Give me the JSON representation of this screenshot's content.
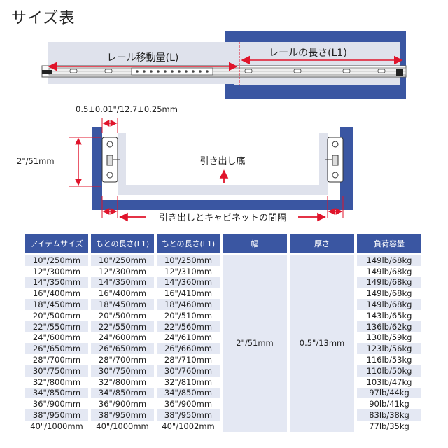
{
  "title": "サイズ表",
  "top_diagram": {
    "travel_label": "レール移動量(L)",
    "length_label": "レールの長さ(L1)"
  },
  "cross_section": {
    "tolerance_label": "0.5±0.01\"/12.7±0.25mm",
    "width_label": "2\"/51mm",
    "drawer_bottom_label": "引き出し底",
    "gap_label": "引き出しとキャビネットの間隔"
  },
  "colors": {
    "cabinet_blue": "#3a56a2",
    "annotation_red": "#e0142b",
    "drawer_gray": "#dfe2ec",
    "table_header": "#3a56a2",
    "row_shade": "#e4e8f3"
  },
  "table": {
    "headers": [
      "アイテムサイズ",
      "もとの長さ(L1)",
      "もとの長さ(L1)",
      "幅",
      "厚さ",
      "負荷容量"
    ],
    "width_value": "2\"/51mm",
    "thickness_value": "0.5\"/13mm",
    "rows": [
      {
        "item": "10\"/250mm",
        "len1": "10\"/250mm",
        "len2": "10\"/250mm",
        "load": "149lb/68kg"
      },
      {
        "item": "12\"/300mm",
        "len1": "12\"/300mm",
        "len2": "12\"/310mm",
        "load": "149lb/68kg"
      },
      {
        "item": "14\"/350mm",
        "len1": "14\"/350mm",
        "len2": "14\"/360mm",
        "load": "149lb/68kg"
      },
      {
        "item": "16\"/400mm",
        "len1": "16\"/400mm",
        "len2": "16\"/410mm",
        "load": "149lb/68kg"
      },
      {
        "item": "18\"/450mm",
        "len1": "18\"/450mm",
        "len2": "18\"/460mm",
        "load": "149lb/68kg"
      },
      {
        "item": "20\"/500mm",
        "len1": "20\"/500mm",
        "len2": "20\"/510mm",
        "load": "143lb/65kg"
      },
      {
        "item": "22\"/550mm",
        "len1": "22\"/550mm",
        "len2": "22\"/560mm",
        "load": "136lb/62kg"
      },
      {
        "item": "24\"/600mm",
        "len1": "24\"/600mm",
        "len2": "24\"/610mm",
        "load": "130lb/59kg"
      },
      {
        "item": "26\"/650mm",
        "len1": "26\"/650mm",
        "len2": "26\"/660mm",
        "load": "123lb/56kg"
      },
      {
        "item": "28\"/700mm",
        "len1": "28\"/700mm",
        "len2": "28\"/710mm",
        "load": "116lb/53kg"
      },
      {
        "item": "30\"/750mm",
        "len1": "30\"/750mm",
        "len2": "30\"/760mm",
        "load": "110lb/50kg"
      },
      {
        "item": "32\"/800mm",
        "len1": "32\"/800mm",
        "len2": "32\"/810mm",
        "load": "103lb/47kg"
      },
      {
        "item": "34\"/850mm",
        "len1": "34\"/850mm",
        "len2": "34\"/850mm",
        "load": "97lb/44kg"
      },
      {
        "item": "36\"/900mm",
        "len1": "36\"/900mm",
        "len2": "36\"/900mm",
        "load": "90lb/41kg"
      },
      {
        "item": "38\"/950mm",
        "len1": "38\"/950mm",
        "len2": "38\"/950mm",
        "load": "83lb/38kg"
      },
      {
        "item": "40\"/1000mm",
        "len1": "40\"/1000mm",
        "len2": "40\"/1002mm",
        "load": "77lb/35kg"
      }
    ]
  }
}
